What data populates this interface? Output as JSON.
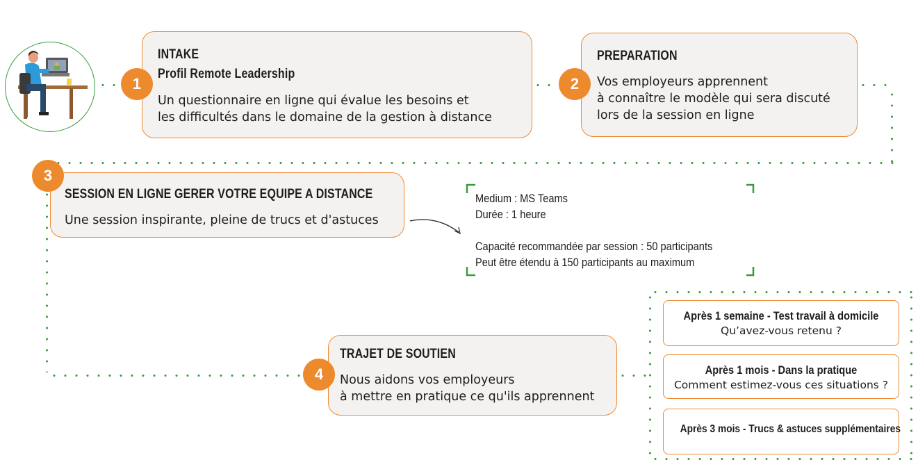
{
  "steps": [
    {
      "number": "1",
      "title": "INTAKE",
      "subtitle": "Profil Remote Leadership",
      "lines": [
        "Un questionnaire en ligne qui évalue les besoins et",
        "les difficultés dans le domaine de la gestion à distance"
      ]
    },
    {
      "number": "2",
      "title": "PREPARATION",
      "lines": [
        "Vos employeurs apprennent",
        "à connaître le modèle qui sera discuté",
        "lors de la session en ligne"
      ]
    },
    {
      "number": "3",
      "title": "SESSION EN LIGNE GERER VOTRE EQUIPE A DISTANCE",
      "lines": [
        "Une session inspirante, pleine de trucs et d'astuces"
      ]
    },
    {
      "number": "4",
      "title": "TRAJET DE SOUTIEN",
      "lines": [
        "Nous aidons vos employeurs",
        "à mettre en pratique ce qu'ils apprennent"
      ]
    }
  ],
  "session_details": {
    "medium": "Medium : MS Teams",
    "duration": "Durée : 1 heure",
    "capacity": "Capacité recommandée par session : 50 participants",
    "max": "Peut être étendu à 150 participants au maximum"
  },
  "follow_ups": [
    {
      "title": "Après 1 semaine - Test travail à domicile",
      "subtitle": "Qu’avez-vous retenu ?"
    },
    {
      "title": "Après 1 mois - Dans la pratique",
      "subtitle": "Comment estimez-vous ces situations ?"
    },
    {
      "title": "Après 3 mois - Trucs & astuces supplémentaires",
      "subtitle": ""
    }
  ],
  "icons": {
    "person": "person-at-laptop-icon",
    "arrow": "curved-arrow-icon"
  },
  "colors": {
    "accent": "#ee8a2e",
    "dots": "#3a9a3d",
    "box_bg": "#f3f2f1"
  }
}
